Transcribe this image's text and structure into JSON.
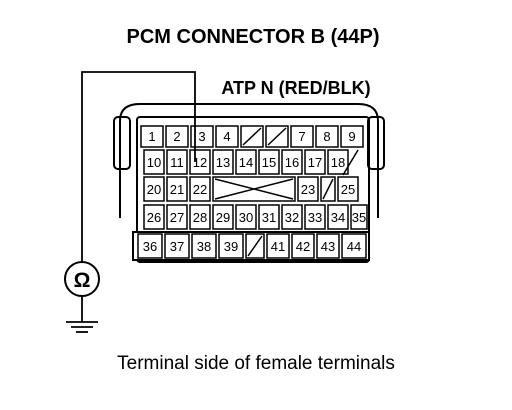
{
  "connector": {
    "title": "PCM CONNECTOR B (44P)",
    "wire_label": "ATP N (RED/BLK)",
    "caption": "Terminal side of female terminals",
    "meter_symbol": "Ω",
    "pins": {
      "row1": [
        "1",
        "2",
        "3",
        "4",
        "",
        "",
        "7",
        "8",
        "9"
      ],
      "row2": [
        "10",
        "11",
        "12",
        "13",
        "14",
        "15",
        "16",
        "17",
        "18",
        ""
      ],
      "row3": [
        "20",
        "21",
        "22",
        "",
        "",
        "",
        "",
        "23",
        "",
        "25"
      ],
      "row4": [
        "26",
        "27",
        "28",
        "29",
        "30",
        "31",
        "32",
        "33",
        "34",
        "35"
      ],
      "row5": [
        "36",
        "37",
        "38",
        "39",
        "",
        "41",
        "42",
        "43",
        "44"
      ]
    }
  }
}
